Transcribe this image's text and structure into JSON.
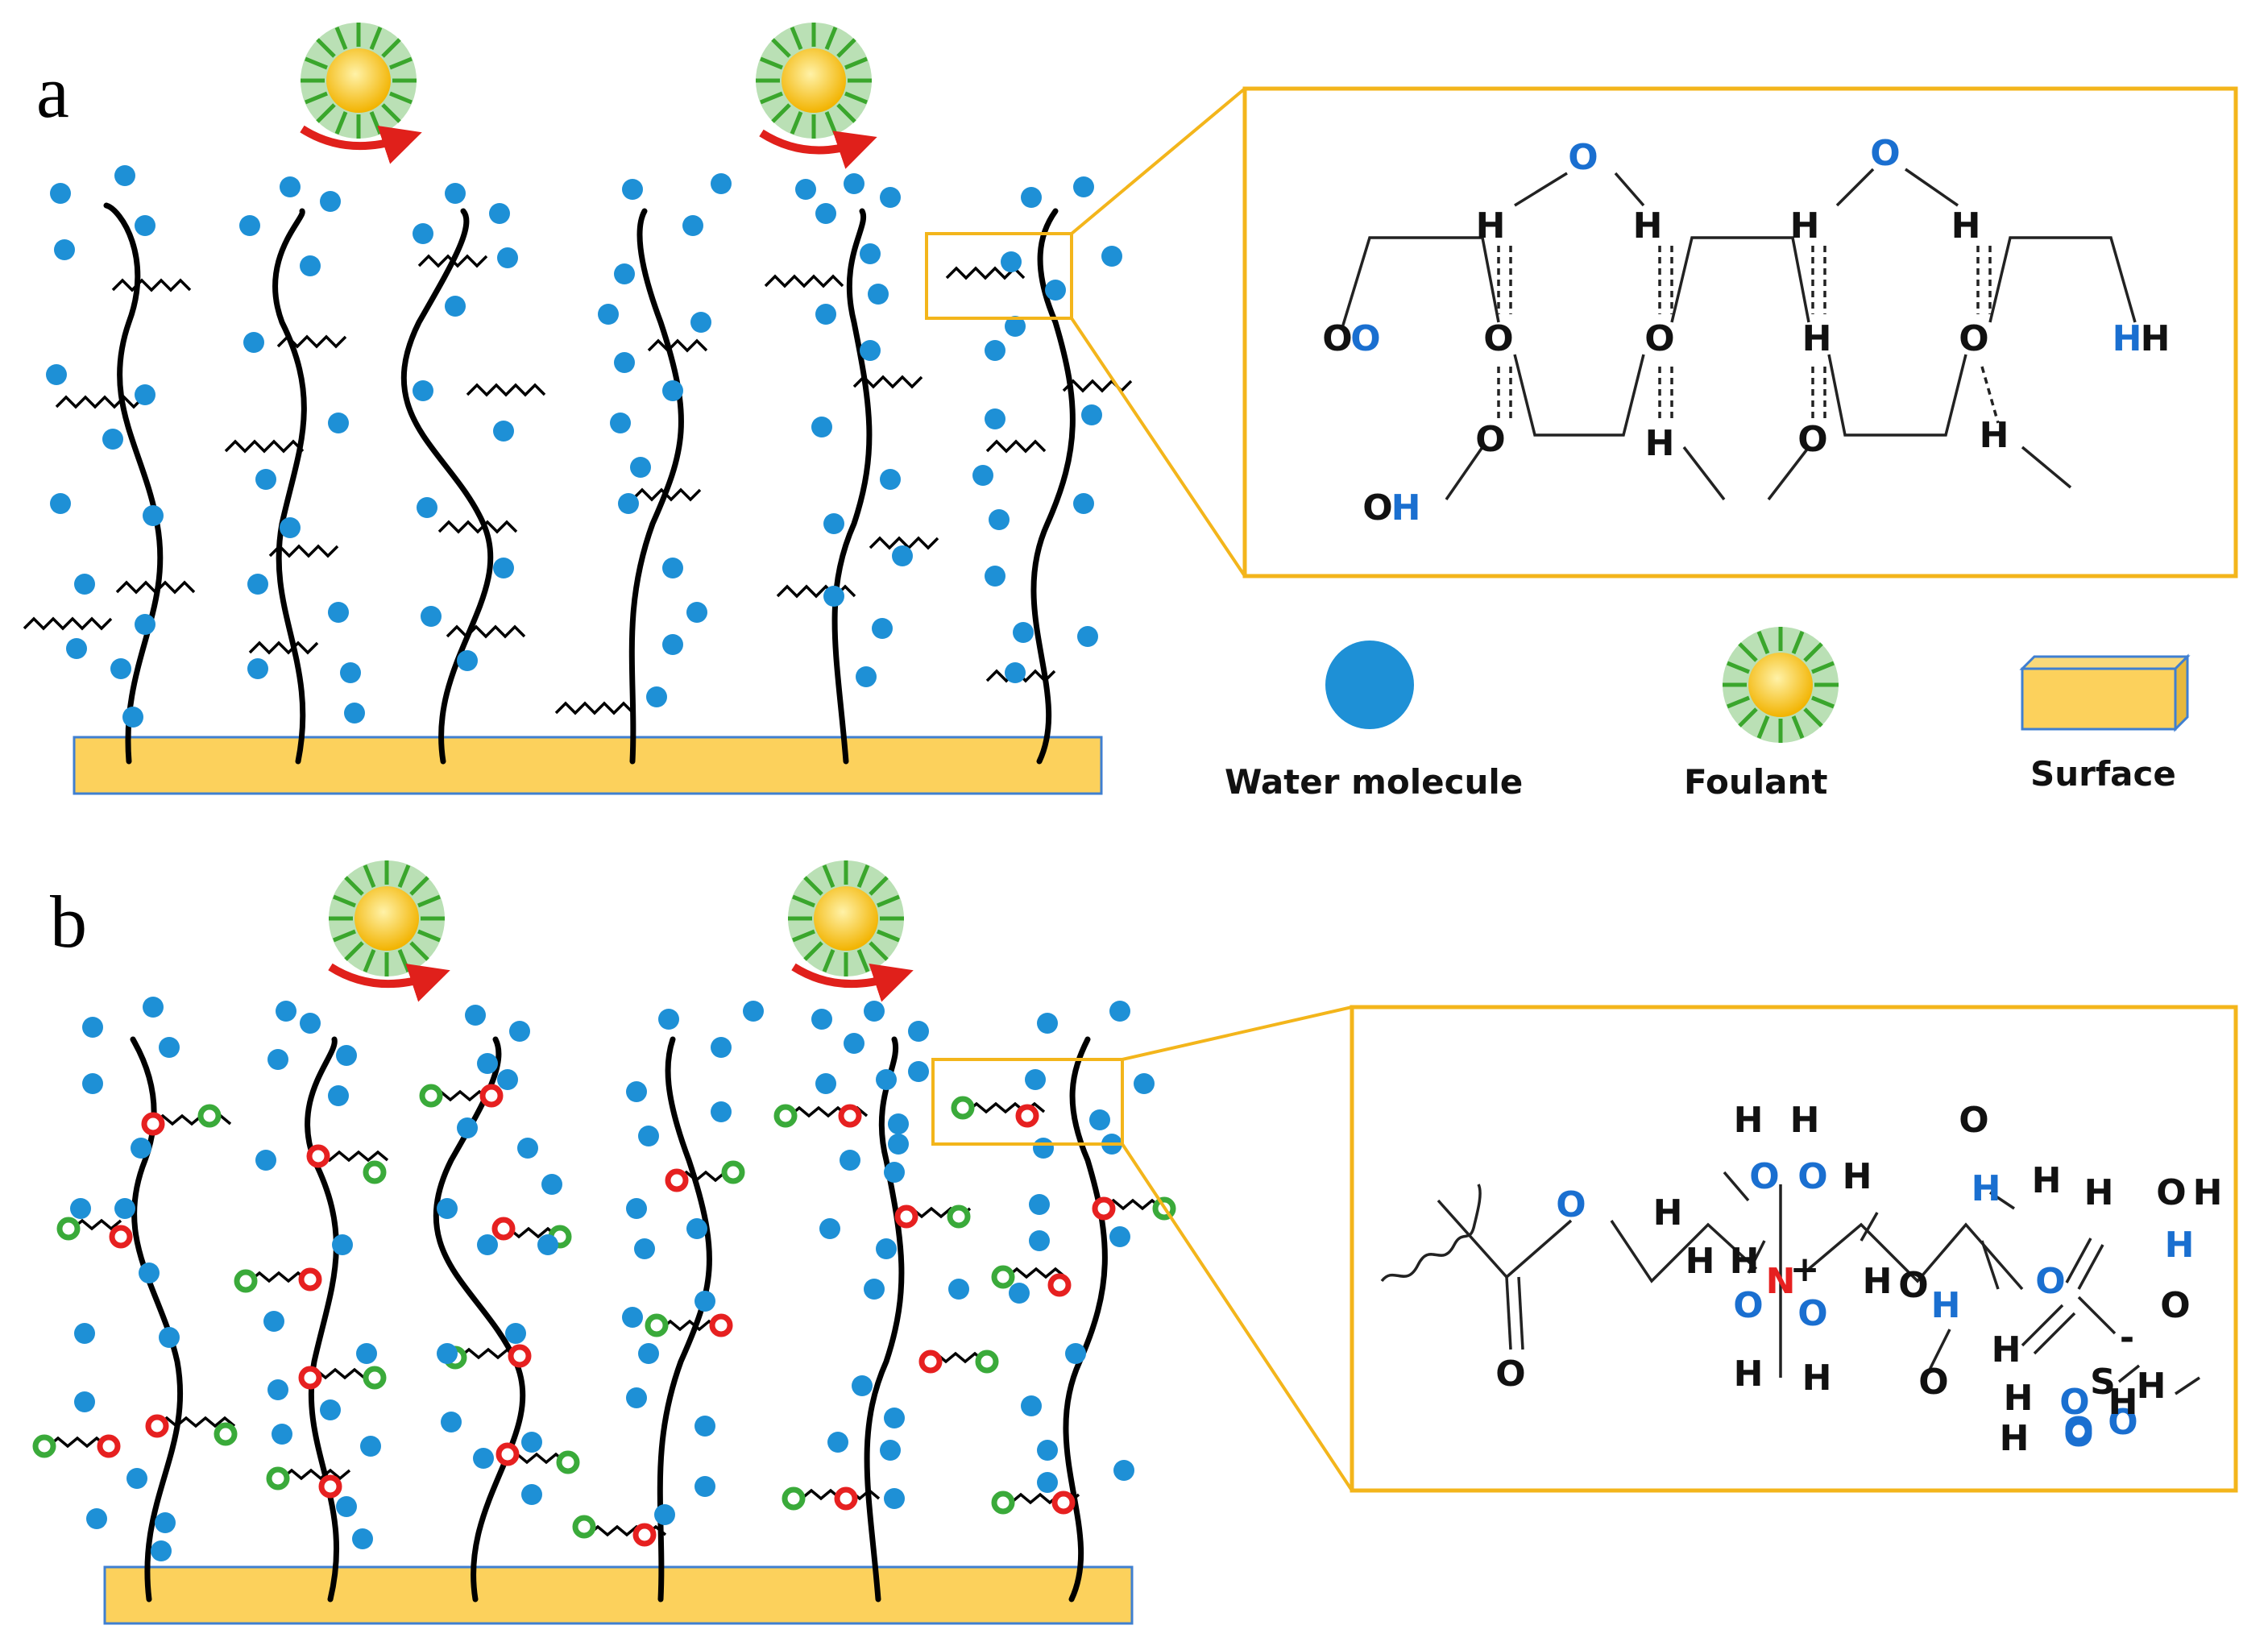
{
  "panels": [
    {
      "letter": "a"
    },
    {
      "letter": "b"
    }
  ],
  "legend": {
    "water": "Water molecule",
    "foulant": "Foulant",
    "surface": "Surface"
  },
  "inset_a": {
    "labels": [
      "H",
      "O",
      "H",
      "H",
      "O",
      "H",
      "O",
      "O",
      "O",
      "O",
      "H",
      "O",
      "H",
      "H",
      "O",
      "H",
      "O",
      "H",
      "O",
      "H"
    ]
  },
  "inset_b": {
    "labels": [
      "H",
      "O",
      "H",
      "H",
      "O",
      "H",
      "O",
      "H",
      "H",
      "O",
      "H",
      "O",
      "H",
      "N",
      "+",
      "H",
      "O",
      "H",
      "H",
      "O",
      "H",
      "S",
      "O",
      "H",
      "O",
      "H",
      "O",
      "H",
      "O",
      "O",
      "-",
      "H",
      "O",
      "H",
      "O",
      "H",
      "H",
      "O",
      "H",
      "O"
    ]
  },
  "colors": {
    "water": "#1e90d6",
    "surface": "#fcd15c",
    "surface_edge": "#3f7fd1",
    "inset_border": "#f3b51b",
    "foulant_core": "#f9c11a",
    "foulant_spikes": "#3aa62c",
    "arrow": "#e0201b",
    "red_group": "#e62020",
    "green_group": "#3aaa3a",
    "blue_atom": "#1a6fd0"
  }
}
